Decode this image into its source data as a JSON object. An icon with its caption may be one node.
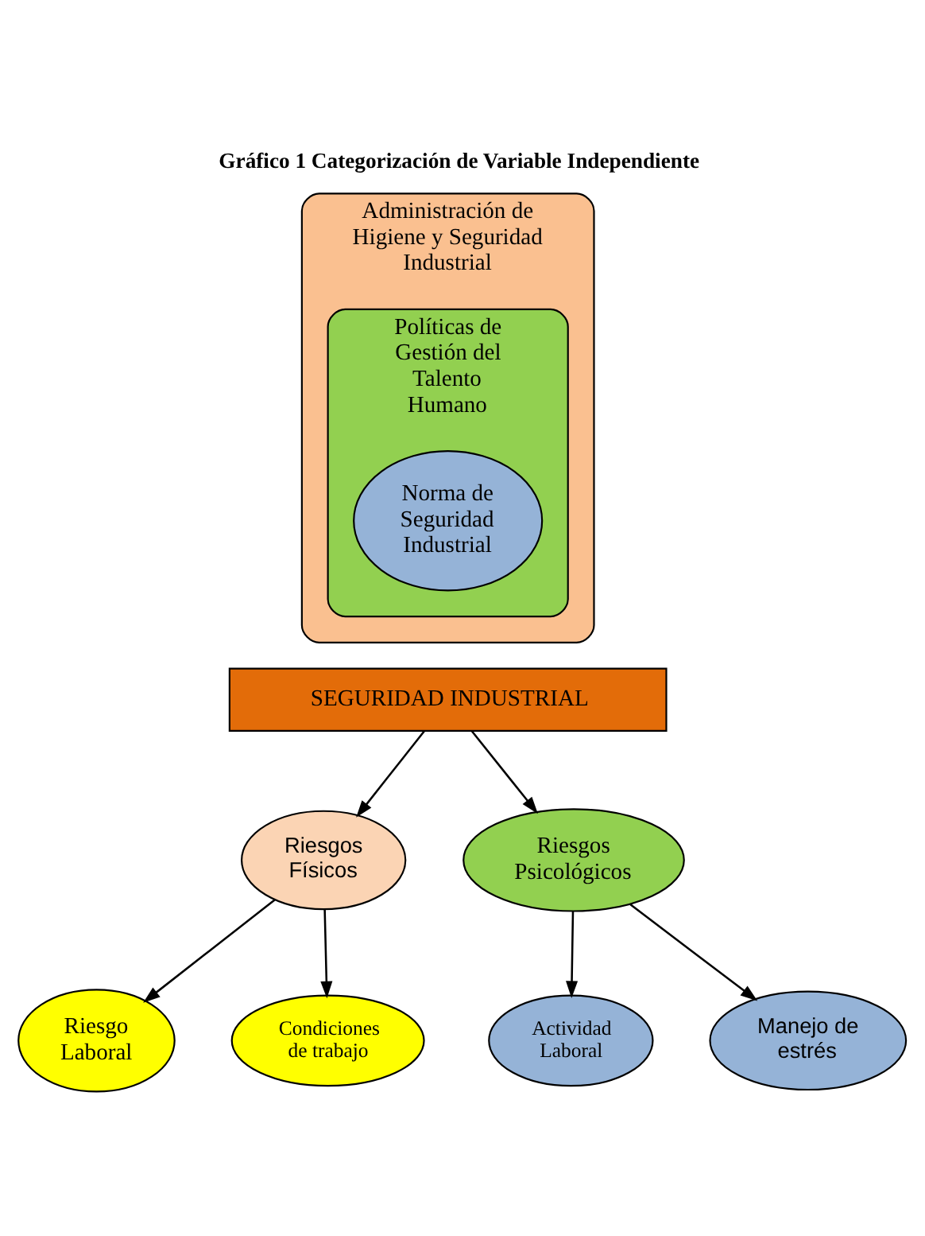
{
  "diagram": {
    "title": "Gráfico 1 Categorización de Variable Independiente",
    "nodes": [
      {
        "text": [
          "Administración de Higiene y Seguridad Industrial"
        ]
      },
      {
        "text": [
          "Políticas de Gestión del Talento Humano"
        ],
        "in": 0
      },
      {
        "text": [
          "Norma de Seguridad Industrial"
        ],
        "in": 1
      },
      {
        "text": [
          "SEGURIDAD INDUSTRIAL"
        ]
      },
      {
        "text": [
          "Riesgos Físicos"
        ]
      },
      {
        "text": [
          "Riesgos Psicológicos"
        ]
      },
      {
        "text": [
          "Riesgo Laboral"
        ]
      },
      {
        "text": [
          "Condiciones de trabajo"
        ]
      },
      {
        "text": [
          "Actividad Laboral"
        ]
      },
      {
        "text": [
          "Manejo de estrés"
        ]
      }
    ],
    "edges": [
      {
        "from": 3,
        "to": 4,
        "arrow": "to"
      },
      {
        "from": 3,
        "to": 5,
        "arrow": "to"
      },
      {
        "from": 4,
        "to": 6,
        "arrow": "to"
      },
      {
        "from": 4,
        "to": 7,
        "arrow": "to"
      },
      {
        "from": 5,
        "to": 8,
        "arrow": "to"
      },
      {
        "from": 5,
        "to": 9,
        "arrow": "to"
      }
    ]
  }
}
